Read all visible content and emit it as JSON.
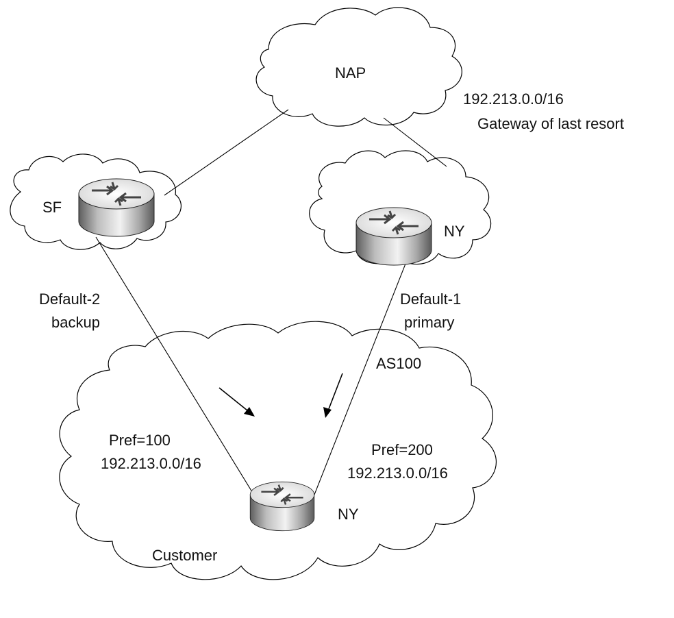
{
  "clouds": {
    "nap": "NAP",
    "customer": "Customer"
  },
  "routers": {
    "sf": "SF",
    "ny_top": "NY",
    "ny_customer": "NY"
  },
  "annotations": {
    "nap_prefix": "192.213.0.0/16",
    "nap_gateway": "Gateway of last resort",
    "default2_line1": "Default-2",
    "default2_line2": "backup",
    "default1_line1": "Default-1",
    "default1_line2": "primary",
    "as_label": "AS100",
    "pref_left_line1": "Pref=100",
    "pref_left_line2": "192.213.0.0/16",
    "pref_right_line1": "Pref=200",
    "pref_right_line2": "192.213.0.0/16"
  },
  "colors": {
    "line": "#000000",
    "background": "#ffffff",
    "router_light": "#f4f4f4",
    "router_dark": "#7a7a7a"
  }
}
